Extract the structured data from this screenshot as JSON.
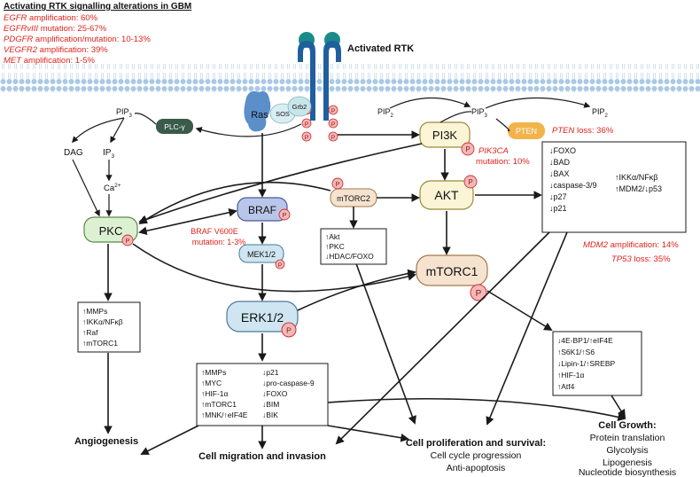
{
  "alterations": {
    "title": "Activating RTK signalling alterations in GBM",
    "items": [
      {
        "gene": "EGFR",
        "text": " amplification: 60%"
      },
      {
        "gene": "EGFRvIII",
        "text": " mutation: 25-67%"
      },
      {
        "gene": "PDGFR",
        "text": " amplification/mutation: 10-13%"
      },
      {
        "gene": "VEGFR2",
        "text": " amplification: 39%"
      },
      {
        "gene": "MET",
        "text": " amplification: 1-5%"
      }
    ]
  },
  "receptor_label": "Activated RTK",
  "nodes": {
    "ras": "Ras",
    "sos": "SOS",
    "grb2": "Grb2",
    "plc": "PLC-γ",
    "pi3k": "PI3K",
    "pten": "PTEN",
    "akt": "AKT",
    "mtorc2": "mTORC2",
    "mtorc1": "mTORC1",
    "braf": "BRAF",
    "mek": "MEK1/2",
    "erk": "ERK1/2",
    "pkc": "PKC",
    "dag": "DAG",
    "p_label": "P"
  },
  "lipids": {
    "pip_left": "PIP",
    "pip_left_sub": "3",
    "ip3": "IP",
    "ip3_sub": "3",
    "ca": "Ca",
    "ca_sup": "2+",
    "pip2_a": "PIP",
    "pip2_a_sub": "2",
    "pip3": "PIP",
    "pip3_sub": "3",
    "pip2_b": "PIP",
    "pip2_b_sub": "2"
  },
  "mutations": {
    "pten_loss_gene": "PTEN",
    "pten_loss_text": " loss: 36%",
    "pik3ca_gene": "PIK3CA",
    "pik3ca_text": "mutation: 10%",
    "braf_line1": "BRAF V600E",
    "braf_line2": "mutation: 1-3%",
    "mdm2_gene": "MDM2",
    "mdm2_text": " amplification: 14%",
    "tp53_gene": "TP53",
    "tp53_text": " loss: 35%"
  },
  "boxes": {
    "akt_targets_left": [
      "↓FOXO",
      "↓BAD",
      "↓BAX",
      "↓caspase-3/9",
      "↓p27",
      "↓p21"
    ],
    "akt_targets_right": [
      "↑IKKα/NFκβ",
      "↑MDM2/↓p53"
    ],
    "mtorc2_targets": [
      "↑Akt",
      "↑PKC",
      "↓HDAC/FOXO"
    ],
    "pkc_targets": [
      "↑MMPs",
      "↑IKKα/NFκβ",
      "↑Raf",
      "↑mTORC1"
    ],
    "erk_targets_left": [
      "↑MMPs",
      "↑MYC",
      "↑HIF-1α",
      "↑mTORC1",
      "↑MNK/↑eIF4E"
    ],
    "erk_targets_right": [
      "↓p21",
      "↓pro-caspase-9",
      "↓FOXO",
      "↓BIM",
      "↓BIK"
    ],
    "mtorc1_targets": [
      "↓4E-BP1/↑eIF4E",
      "↑S6K1/↑S6",
      "↓Lipin-1/↑SREBP",
      "↑HIF-1α",
      "↑Atf4"
    ]
  },
  "outcomes": {
    "angiogenesis": "Angiogenesis",
    "migration": "Cell migration and invasion",
    "prolif_title": "Cell proliferation and survival:",
    "prolif_items": [
      "Cell cycle progression",
      "Anti-apoptosis"
    ],
    "growth_title": "Cell Growth:",
    "growth_items": [
      "Protein translation",
      "Glycolysis",
      "Lipogenesis",
      "Nucleotide biosynthesis"
    ]
  },
  "colors": {
    "membrane": "#b9d3ec",
    "membrane_dot": "#8fb3d9",
    "receptor": "#1f5f9e",
    "ligand": "#1b8a8a",
    "ras": "#5b8fc9",
    "sos": "#d9eef2",
    "grb2": "#c8e6ea",
    "phospho": "#f3b7b7",
    "plc": "#3a5a4a",
    "pi3k": "#fbf5d6",
    "pten": "#f2b34a",
    "akt": "#fbf5d6",
    "mtorc2": "#f6e3cf",
    "mtorc1": "#f6e3cf",
    "braf": "#b9c6ea",
    "mek": "#cfe6f2",
    "erk": "#cfe6f2",
    "pkc": "#dcf0d2",
    "red": "#e0231c"
  }
}
